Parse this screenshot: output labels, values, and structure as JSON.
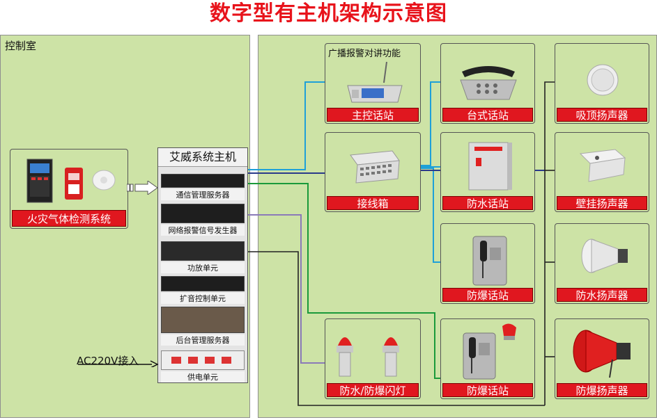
{
  "title": "数字型有主机架构示意图",
  "control_room": {
    "label": "控制室"
  },
  "fire_system": {
    "label": "火灾气体检测系统"
  },
  "host": {
    "title": "艾威系统主机",
    "units": [
      "通信管理服务器",
      "网络报警信号发生器",
      "功放单元",
      "扩音控制单元",
      "后台管理服务器",
      "供电单元"
    ]
  },
  "ac_input": "AC220V接入",
  "broadcast_label": "广播报警对讲功能",
  "devices": {
    "main_station": "主控话站",
    "junction_box": "接线箱",
    "desk_station": "台式话站",
    "waterproof_station": "防水话站",
    "explosion_station_1": "防爆话站",
    "explosion_station_2": "防爆话站",
    "flash_light": "防水/防爆闪灯",
    "ceiling_speaker": "吸顶扬声器",
    "wall_speaker": "壁挂扬声器",
    "waterproof_speaker": "防水扬声器",
    "explosion_speaker": "防爆扬声器"
  },
  "colors": {
    "title": "#e8131b",
    "caption": "#e0171f",
    "room": "#cde3a6",
    "wire_blue": "#1ea0d8",
    "wire_navy": "#2a3a8a",
    "wire_green": "#1a9a3a",
    "wire_purple": "#8a7ab8",
    "wire_black": "#222222"
  }
}
